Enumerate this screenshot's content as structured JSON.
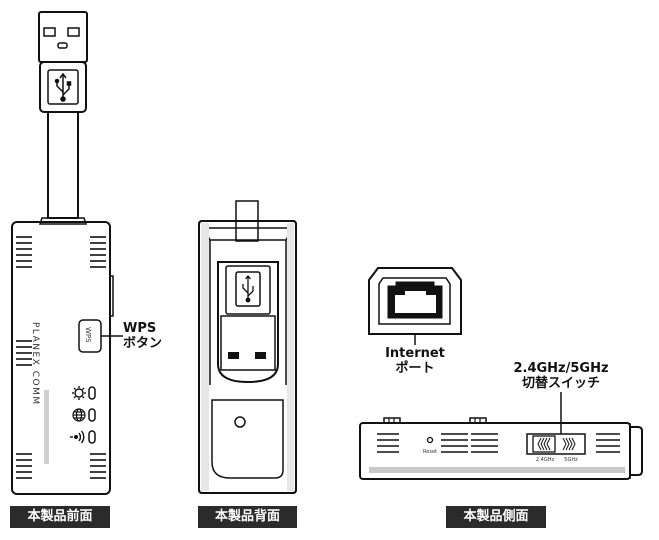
{
  "front": {
    "brand": "PLANEX COMM",
    "wps_button_text": "WPS",
    "wps_callout_line1": "WPS",
    "wps_callout_line2": "ボタン",
    "caption": "本製品前面"
  },
  "back": {
    "caption": "本製品背面"
  },
  "side": {
    "internet_label_line1": "Internet",
    "internet_label_line2": "ポート",
    "switch_label_line1": "2.4GHz/5GHz",
    "switch_label_line2": "切替スイッチ",
    "reset_text": "Reset",
    "band1_text": "2.4GHz",
    "band2_text": "5GHz",
    "caption": "本製品側面"
  },
  "colors": {
    "line": "#111111",
    "caption_bg": "#2b2b2b",
    "caption_text": "#ffffff",
    "panel_gray": "#e9e9e9"
  }
}
